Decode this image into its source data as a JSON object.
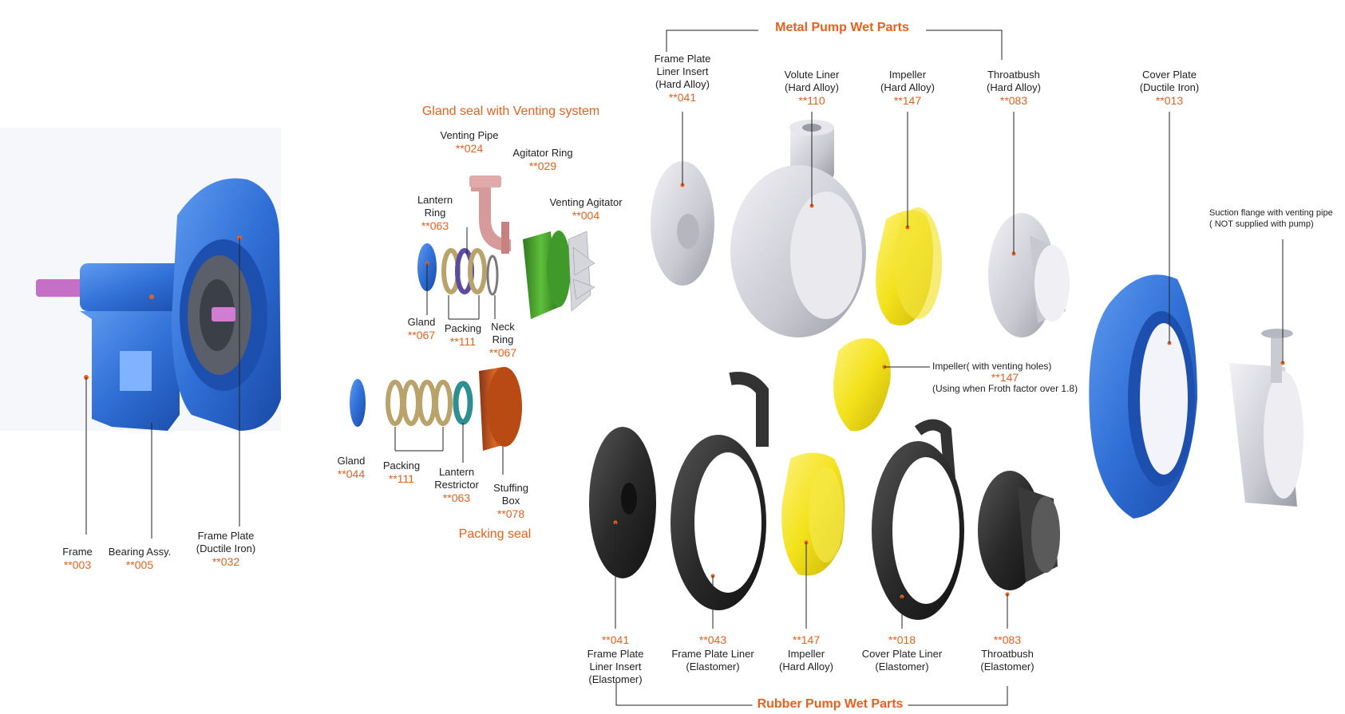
{
  "titles": {
    "metal": "Metal Pump Wet Parts",
    "rubber": "Rubber Pump Wet Parts",
    "gland_vent": "Gland seal with Venting system",
    "packing": "Packing seal"
  },
  "colors": {
    "accent": "#e8601c",
    "blue": "#2f6fd6",
    "metal": "#d7d8de",
    "rubber": "#2a2a2a",
    "impeller": "#f2e21a",
    "green": "#3f9a2a",
    "copper": "#c8561c",
    "pink": "#d6a0a0"
  },
  "assembly": {
    "frame": {
      "name": "Frame",
      "code": "**003"
    },
    "bearing": {
      "name": "Bearing Assy.",
      "code": "**005"
    },
    "frame_plate": {
      "name1": "Frame Plate",
      "name2": "(Ductile Iron)",
      "code": "**032"
    }
  },
  "gland_vent": {
    "venting_pipe": {
      "name": "Venting Pipe",
      "code": "**024"
    },
    "agitator_ring": {
      "name": "Agitator Ring",
      "code": "**029"
    },
    "venting_agitator": {
      "name": "Venting Agitator",
      "code": "**004"
    },
    "lantern_ring": {
      "name1": "Lantern",
      "name2": "Ring",
      "code": "**063"
    },
    "gland": {
      "name": "Gland",
      "code": "**067"
    },
    "packing": {
      "name": "Packing",
      "code": "**111"
    },
    "neck_ring": {
      "name1": "Neck",
      "name2": "Ring",
      "code": "**067"
    }
  },
  "packing_seal": {
    "gland": {
      "name": "Gland",
      "code": "**044"
    },
    "packing": {
      "name": "Packing",
      "code": "**111"
    },
    "lantern_restrictor": {
      "name1": "Lantern",
      "name2": "Restrictor",
      "code": "**063"
    },
    "stuffing_box": {
      "name1": "Stuffing",
      "name2": "Box",
      "code": "**078"
    }
  },
  "metal_parts": {
    "fpli": {
      "name1": "Frame Plate",
      "name2": "Liner Insert",
      "name3": "(Hard Alloy)",
      "code": "**041"
    },
    "volute": {
      "name1": "Volute Liner",
      "name2": "(Hard Alloy)",
      "code": "**110"
    },
    "impeller": {
      "name1": "Impeller",
      "name2": "(Hard Alloy)",
      "code": "**147"
    },
    "throatbush": {
      "name1": "Throatbush",
      "name2": "(Hard Alloy)",
      "code": "**083"
    },
    "cover_plate": {
      "name1": "Cover Plate",
      "name2": "(Ductile Iron)",
      "code": "**013"
    }
  },
  "venting_impeller": {
    "name": "Impeller( with venting holes)",
    "code": "**147",
    "note": "(Using when Froth factor over 1.8)"
  },
  "suction": {
    "name1": "Suction flange with venting pipe",
    "name2": "( NOT supplied with pump)"
  },
  "rubber_parts": {
    "fpli": {
      "code": "**041",
      "name1": "Frame Plate",
      "name2": "Liner Insert",
      "name3": "(Elastomer)"
    },
    "fpl": {
      "code": "**043",
      "name1": "Frame Plate Liner",
      "name2": "(Elastomer)"
    },
    "impeller": {
      "code": "**147",
      "name1": "Impeller",
      "name2": "(Hard Alloy)"
    },
    "cpl": {
      "code": "**018",
      "name1": "Cover Plate Liner",
      "name2": "(Elastomer)"
    },
    "throatbush": {
      "code": "**083",
      "name1": "Throatbush",
      "name2": "(Elastomer)"
    }
  }
}
